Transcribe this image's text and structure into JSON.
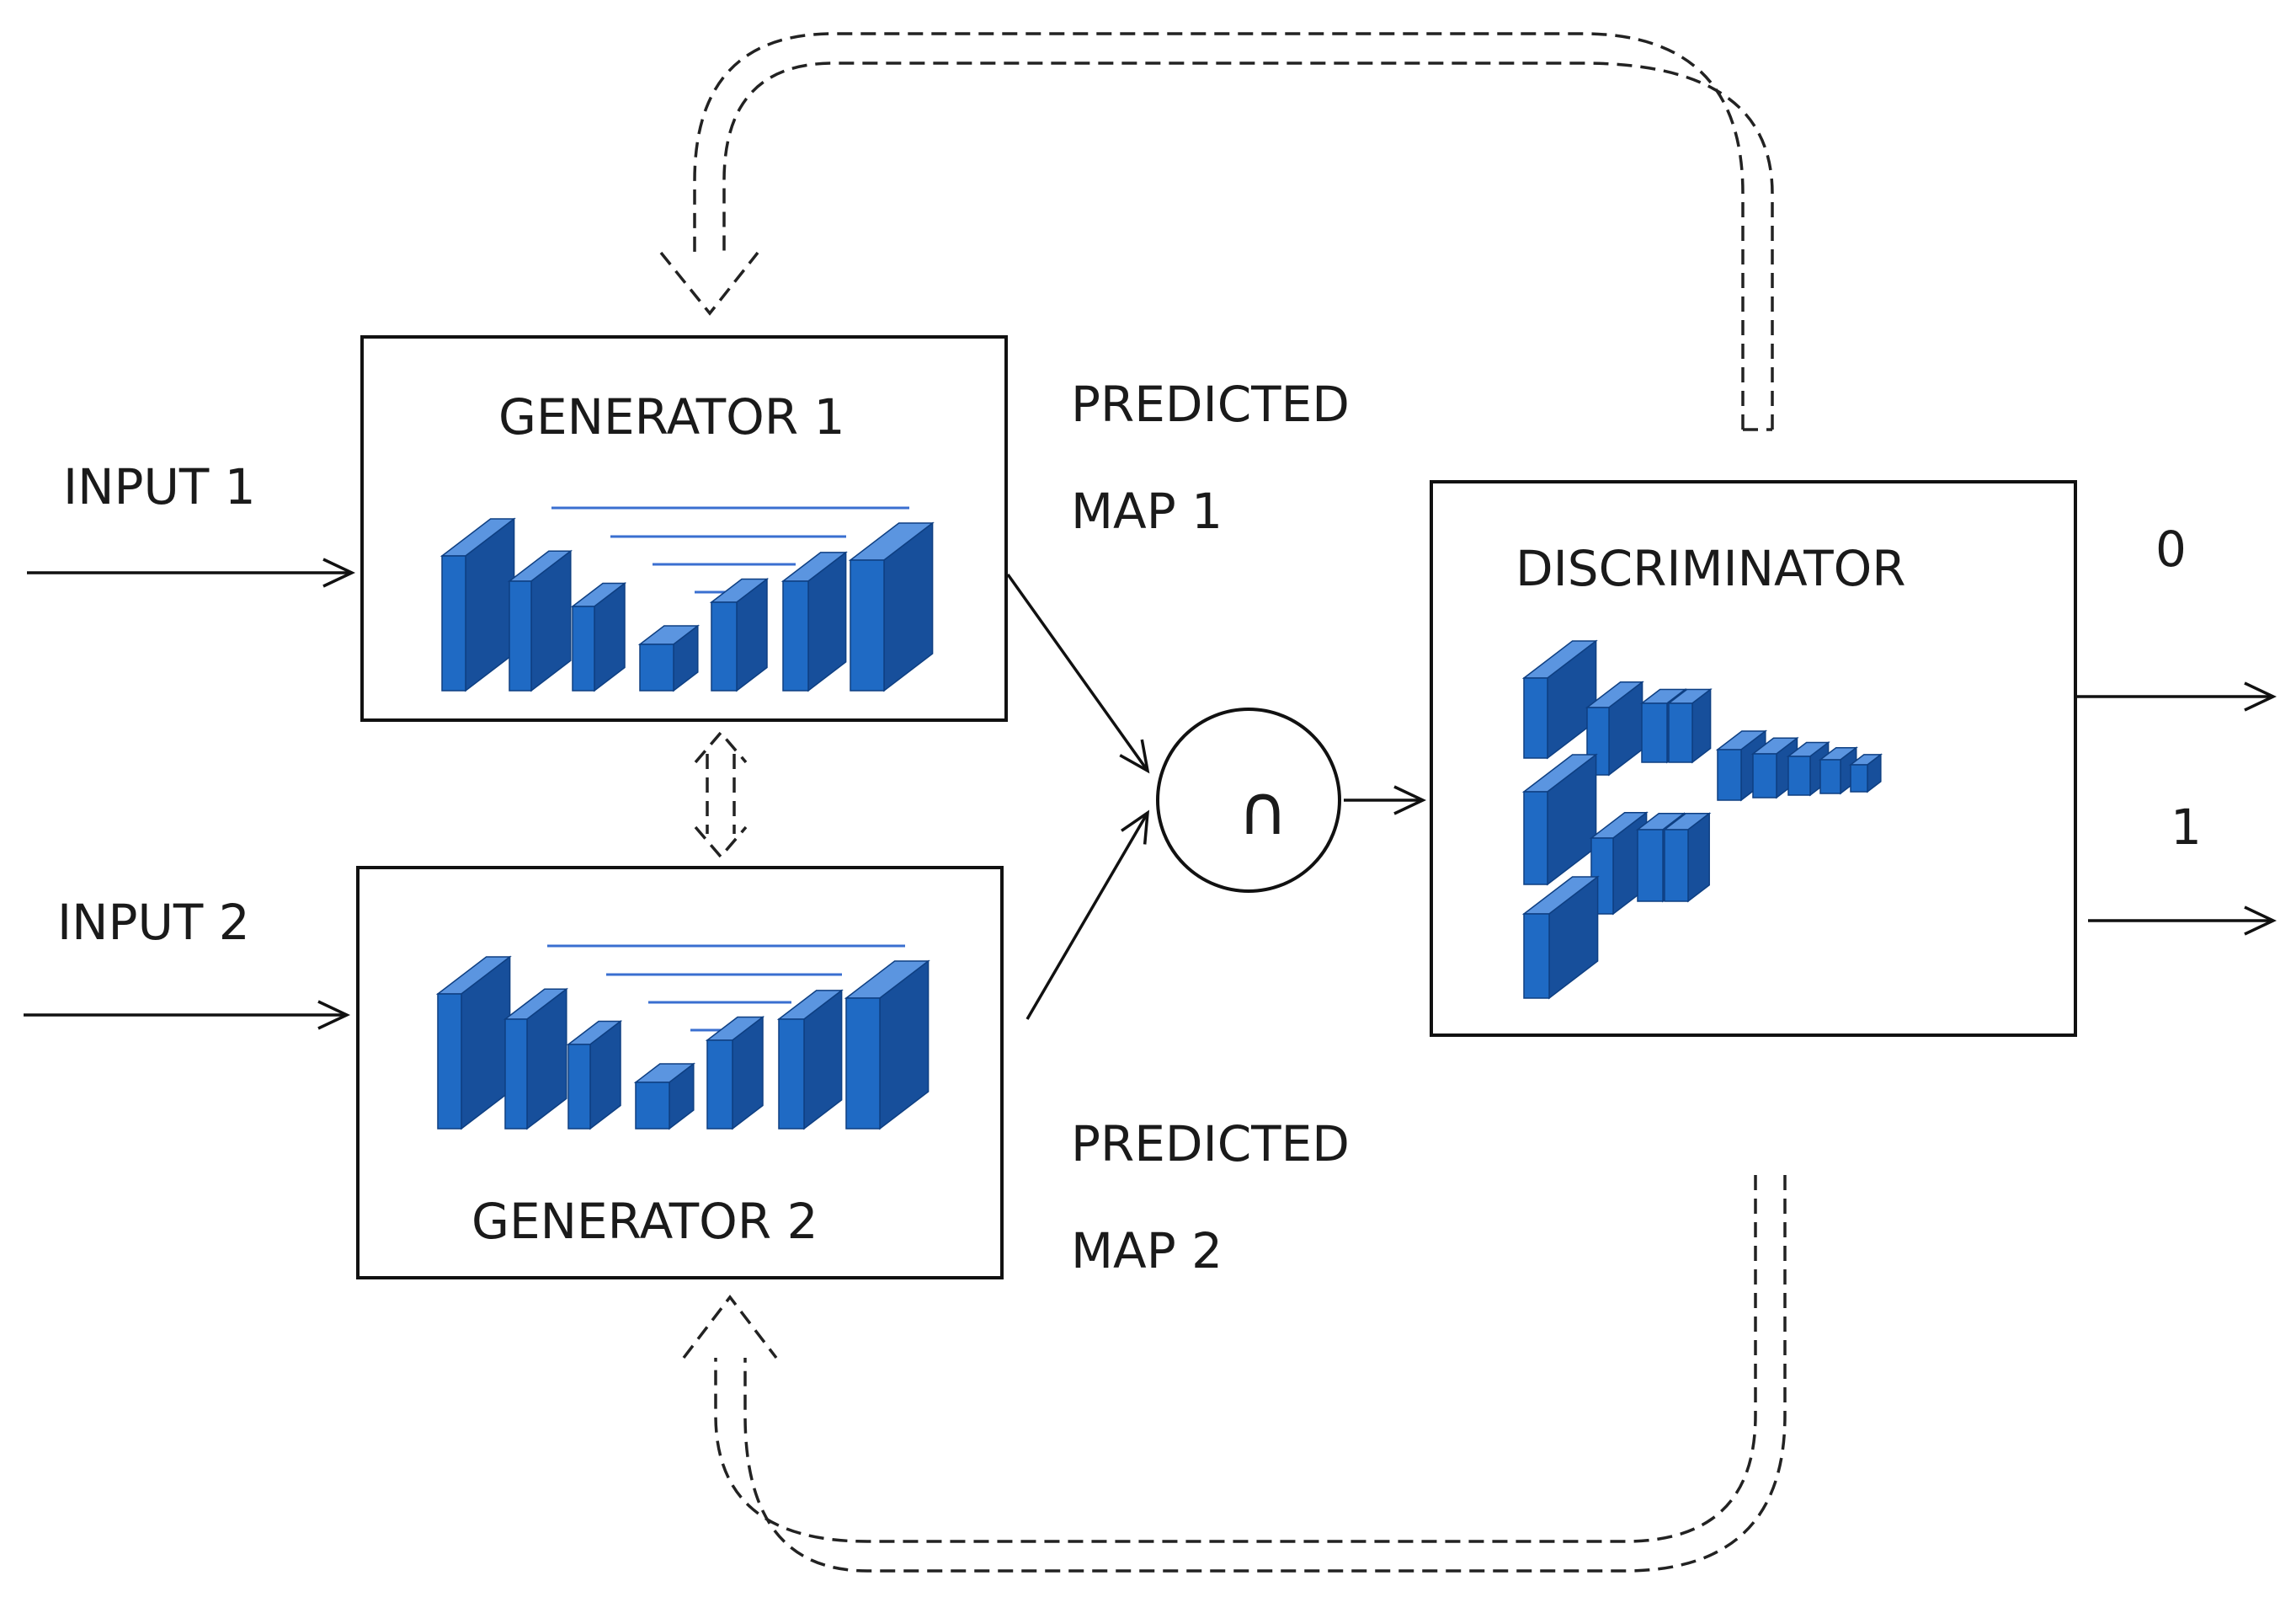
{
  "labels": {
    "input1": "INPUT 1",
    "input2": "INPUT 2",
    "generator1": "GENERATOR 1",
    "generator2": "GENERATOR 2",
    "predicted_map1_line1": "PREDICTED",
    "predicted_map1_line2": "MAP 1",
    "predicted_map2_line1": "PREDICTED",
    "predicted_map2_line2": "MAP 2",
    "discriminator": "DISCRIMINATOR",
    "intersection_symbol": "∩",
    "output0": "0",
    "output1": "1"
  },
  "colors": {
    "block_front": "#1f6ac4",
    "block_side": "#174f9b",
    "block_top": "#5b95e0",
    "stroke": "#111111"
  }
}
